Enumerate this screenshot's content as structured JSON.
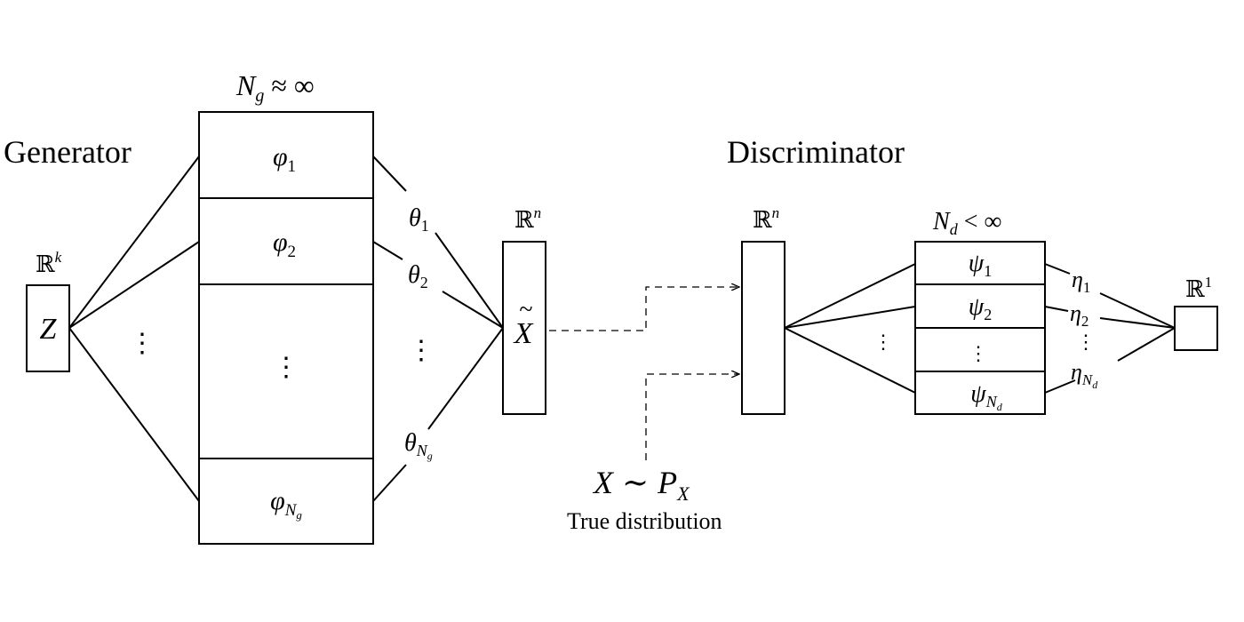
{
  "labels": {
    "generator": "Generator",
    "discriminator": "Discriminator",
    "true_distribution": "True distribution"
  },
  "math": {
    "Ng_base": "N",
    "Ng_sub": "g",
    "Ng_rest": " ≈ ∞",
    "Nd_base": "N",
    "Nd_sub": "d",
    "Nd_rest": " < ∞",
    "Rk": "ℝ",
    "Rk_sup": "k",
    "Rn": "ℝ",
    "Rn_sup": "n",
    "R1": "ℝ",
    "R1_sup": "1",
    "Z": "Z",
    "Xtilde": "X",
    "tilde": "~",
    "X_sample": "X",
    "sim": "∼",
    "P": "P",
    "P_sub": "X",
    "dots": "⋮"
  },
  "generator_blocks": [
    {
      "label": "φ",
      "sub": "1"
    },
    {
      "label": "φ",
      "sub": "2"
    },
    {
      "label": "⋮",
      "sub": ""
    },
    {
      "label": "φ",
      "sub": "N",
      "subsub": "g"
    }
  ],
  "theta_weights": [
    {
      "label": "θ",
      "sub": "1"
    },
    {
      "label": "θ",
      "sub": "2"
    },
    {
      "label": "⋮",
      "sub": ""
    },
    {
      "label": "θ",
      "sub": "N",
      "subsub": "g"
    }
  ],
  "discriminator_blocks": [
    {
      "label": "ψ",
      "sub": "1"
    },
    {
      "label": "ψ",
      "sub": "2"
    },
    {
      "label": "⋮",
      "sub": ""
    },
    {
      "label": "ψ",
      "sub": "N",
      "subsub": "d"
    }
  ],
  "eta_weights": [
    {
      "label": "η",
      "sub": "1"
    },
    {
      "label": "η",
      "sub": "2"
    },
    {
      "label": "⋮",
      "sub": ""
    },
    {
      "label": "η",
      "sub": "N",
      "subsub": "d"
    }
  ]
}
